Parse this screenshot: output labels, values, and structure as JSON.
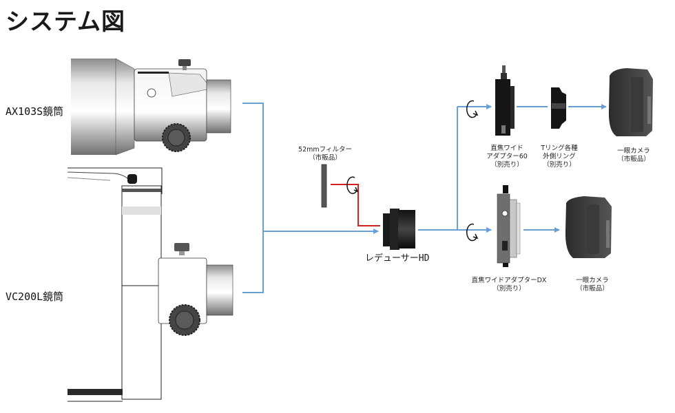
{
  "title": "システム図",
  "telescopes": [
    {
      "label": "AX103S鏡筒"
    },
    {
      "label": "VC200L鏡筒"
    }
  ],
  "components": {
    "filter": {
      "lines": [
        "52mmフィルター",
        "（市販品）"
      ]
    },
    "reducer": {
      "label": "レデューサーHD"
    },
    "wide_adapter_60": {
      "lines": [
        "直焦ワイド",
        "アダプター60",
        "（別売り）"
      ]
    },
    "t_ring": {
      "lines": [
        "Tリング各種",
        "外側リング",
        "（別売り）"
      ]
    },
    "camera_top": {
      "lines": [
        "一眼カメラ",
        "（市販品）"
      ]
    },
    "wide_adapter_dx": {
      "lines": [
        "直焦ワイドアダプターDX",
        "（別売り）"
      ]
    },
    "camera_bottom": {
      "lines": [
        "一眼カメラ",
        "（市販品）"
      ]
    }
  },
  "colors": {
    "connector": "#6a9fd4",
    "filter_connector": "#d42020",
    "rotation_symbol": "#111111"
  }
}
